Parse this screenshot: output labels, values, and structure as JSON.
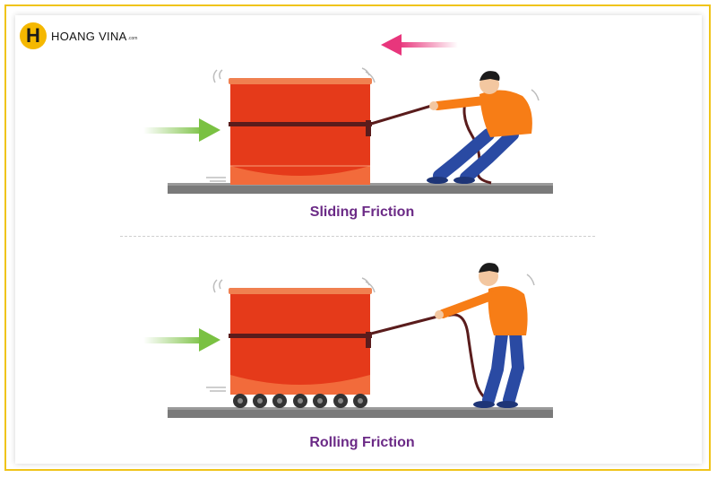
{
  "brand": {
    "letter": "H",
    "name": "HOANG VINA",
    "suffix": ".com"
  },
  "panels": [
    {
      "caption": "Sliding Friction"
    },
    {
      "caption": "Rolling Friction"
    }
  ],
  "colors": {
    "box": "#e53a1a",
    "box_top": "#f08050",
    "ground": "#7a7a7a",
    "arrow_push": "#7ac142",
    "arrow_pull": "#e8367c",
    "shirt": "#f77d16",
    "pants": "#2a4aa3",
    "rope": "#5a1c1c",
    "caption": "#6b2a86",
    "logo": "#f5b800"
  }
}
